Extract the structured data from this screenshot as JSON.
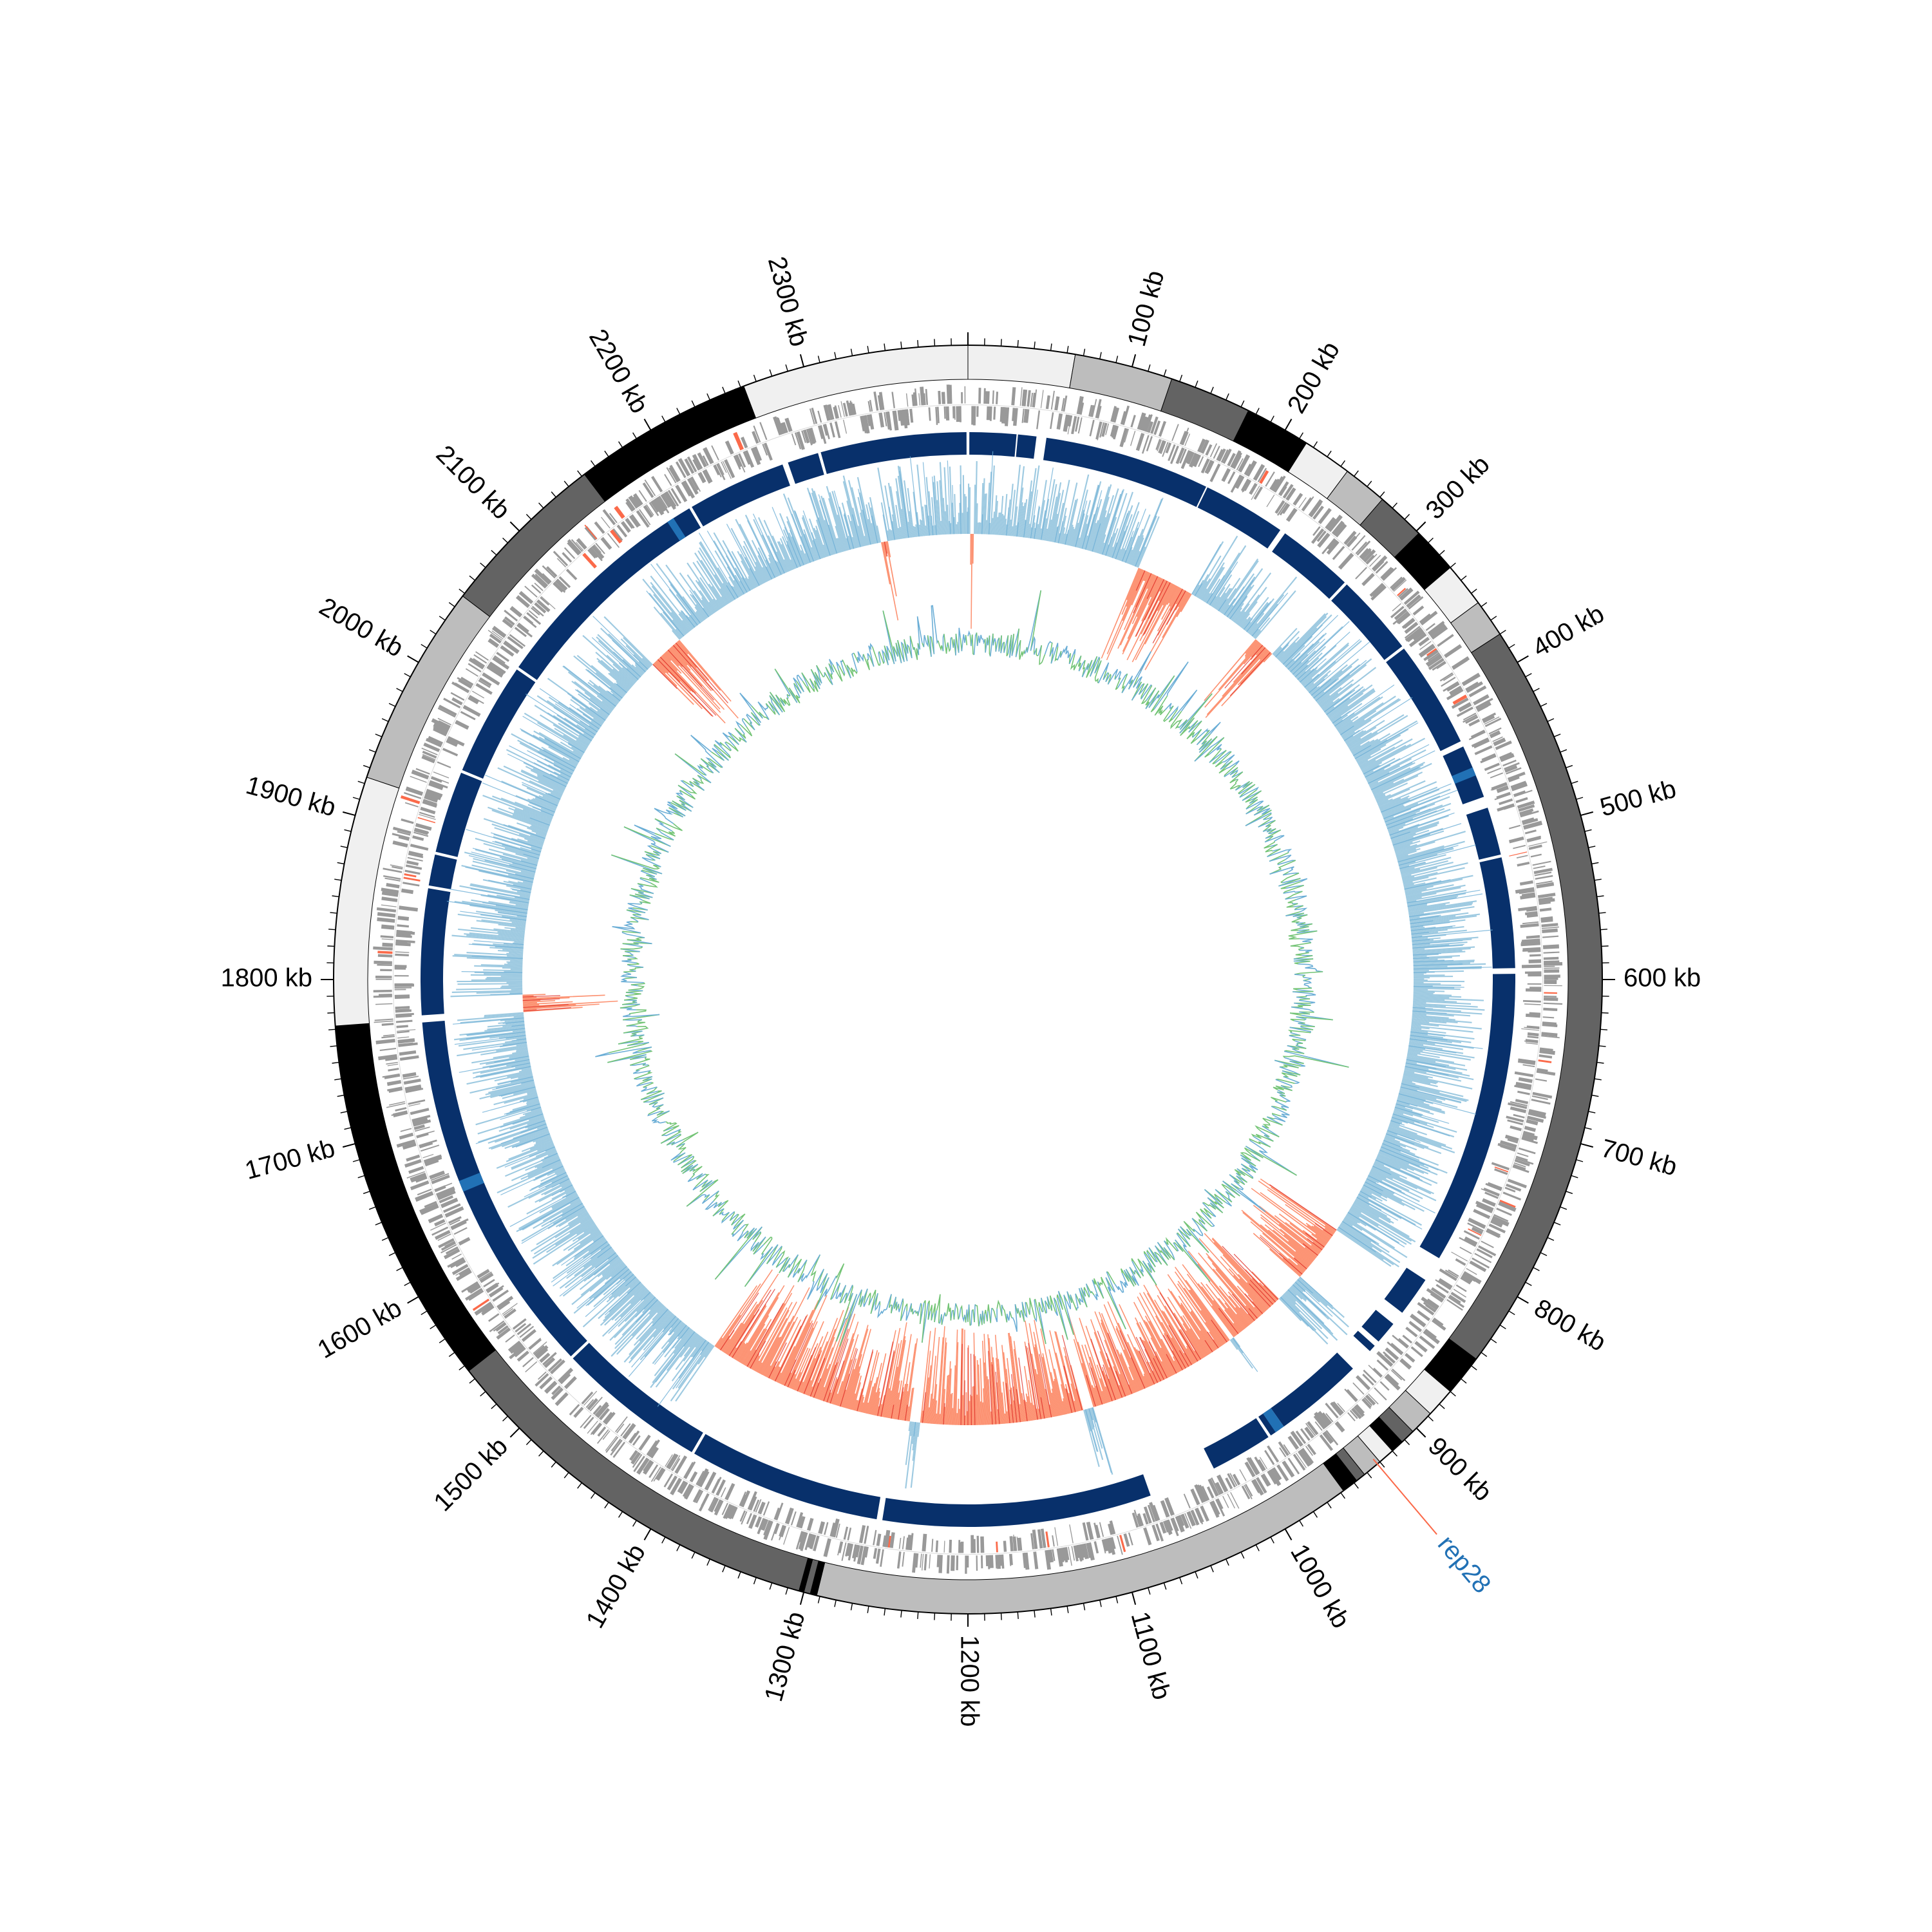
{
  "chart_data": {
    "type": "circular-genome-map",
    "genome_length_kb": 2400,
    "axis": {
      "unit_suffix": " kb",
      "major_ticks_kb": [
        100,
        200,
        300,
        400,
        500,
        600,
        700,
        800,
        900,
        1000,
        1100,
        1200,
        1300,
        1400,
        1500,
        1600,
        1700,
        1800,
        1900,
        2000,
        2100,
        2200,
        2300
      ],
      "tick_labels": [
        "100 kb",
        "200 kb",
        "300 kb",
        "400 kb",
        "500 kb",
        "600 kb",
        "700 kb",
        "800 kb",
        "900 kb",
        "1000 kb",
        "1100 kb",
        "1200 kb",
        "1300 kb",
        "1400 kb",
        "1500 kb",
        "1600 kb",
        "1700 kb",
        "1800 kb",
        "1900 kb",
        "2000 kb",
        "2100 kb",
        "2200 kb",
        "2300 kb"
      ],
      "minor_tick_step_kb": 10
    },
    "contigs": [
      {
        "start": 0,
        "end": 65,
        "color": "#f0f0f0"
      },
      {
        "start": 65,
        "end": 125,
        "color": "#bdbdbd"
      },
      {
        "start": 125,
        "end": 175,
        "color": "#636363"
      },
      {
        "start": 175,
        "end": 215,
        "color": "#000000"
      },
      {
        "start": 215,
        "end": 245,
        "color": "#f0f0f0"
      },
      {
        "start": 245,
        "end": 272,
        "color": "#bdbdbd"
      },
      {
        "start": 272,
        "end": 302,
        "color": "#636363"
      },
      {
        "start": 302,
        "end": 330,
        "color": "#000000"
      },
      {
        "start": 330,
        "end": 357,
        "color": "#f0f0f0"
      },
      {
        "start": 357,
        "end": 380,
        "color": "#bdbdbd"
      },
      {
        "start": 380,
        "end": 845,
        "color": "#636363"
      },
      {
        "start": 845,
        "end": 870,
        "color": "#000000"
      },
      {
        "start": 870,
        "end": 888,
        "color": "#f0f0f0"
      },
      {
        "start": 888,
        "end": 903,
        "color": "#bdbdbd"
      },
      {
        "start": 903,
        "end": 912,
        "color": "#636363"
      },
      {
        "start": 912,
        "end": 920,
        "color": "#000000"
      },
      {
        "start": 920,
        "end": 930,
        "color": "#f0f0f0"
      },
      {
        "start": 930,
        "end": 942,
        "color": "#bdbdbd"
      },
      {
        "start": 942,
        "end": 948,
        "color": "#636363"
      },
      {
        "start": 948,
        "end": 958,
        "color": "#000000"
      },
      {
        "start": 958,
        "end": 1292,
        "color": "#bdbdbd"
      },
      {
        "start": 1292,
        "end": 1296,
        "color": "#000000"
      },
      {
        "start": 1296,
        "end": 1300,
        "color": "#636363"
      },
      {
        "start": 1300,
        "end": 1303,
        "color": "#000000"
      },
      {
        "start": 1303,
        "end": 1546,
        "color": "#636363"
      },
      {
        "start": 1546,
        "end": 1772,
        "color": "#000000"
      },
      {
        "start": 1772,
        "end": 1924,
        "color": "#f0f0f0"
      },
      {
        "start": 1924,
        "end": 2048,
        "color": "#bdbdbd"
      },
      {
        "start": 2048,
        "end": 2152,
        "color": "#636363"
      },
      {
        "start": 2152,
        "end": 2262,
        "color": "#000000"
      },
      {
        "start": 2262,
        "end": 2400,
        "color": "#f0f0f0"
      }
    ],
    "alignment_blocks": [
      {
        "start": 1,
        "end": 34,
        "color": "#08306b"
      },
      {
        "start": 35,
        "end": 48,
        "color": "#08306b"
      },
      {
        "start": 55,
        "end": 172,
        "color": "#08306b"
      },
      {
        "start": 173,
        "end": 232,
        "color": "#08306b"
      },
      {
        "start": 236,
        "end": 290,
        "color": "#08306b"
      },
      {
        "start": 292,
        "end": 350,
        "color": "#08306b"
      },
      {
        "start": 352,
        "end": 428,
        "color": "#08306b"
      },
      {
        "start": 432,
        "end": 470,
        "color": "#08306b"
      },
      {
        "start": 478,
        "end": 512,
        "color": "#08306b"
      },
      {
        "start": 514,
        "end": 592,
        "color": "#08306b"
      },
      {
        "start": 596,
        "end": 804,
        "color": "#08306b"
      },
      {
        "start": 822,
        "end": 850,
        "color": "#08306b"
      },
      {
        "start": 860,
        "end": 876,
        "color": "#08306b"
      },
      {
        "start": 880,
        "end": 885,
        "color": "#08306b"
      },
      {
        "start": 902,
        "end": 965,
        "color": "#08306b"
      },
      {
        "start": 968,
        "end": 976,
        "color": "#08306b"
      },
      {
        "start": 978,
        "end": 1022,
        "color": "#08306b"
      },
      {
        "start": 1070,
        "end": 1260,
        "color": "#08306b"
      },
      {
        "start": 1264,
        "end": 1400,
        "color": "#08306b"
      },
      {
        "start": 1402,
        "end": 1508,
        "color": "#08306b"
      },
      {
        "start": 1510,
        "end": 1770,
        "color": "#08306b"
      },
      {
        "start": 1775,
        "end": 1864,
        "color": "#08306b"
      },
      {
        "start": 1866,
        "end": 1888,
        "color": "#08306b"
      },
      {
        "start": 1890,
        "end": 1948,
        "color": "#08306b"
      },
      {
        "start": 1950,
        "end": 2030,
        "color": "#08306b"
      },
      {
        "start": 2032,
        "end": 2196,
        "color": "#08306b"
      },
      {
        "start": 2198,
        "end": 2268,
        "color": "#08306b"
      },
      {
        "start": 2272,
        "end": 2294,
        "color": "#08306b"
      },
      {
        "start": 2296,
        "end": 2399,
        "color": "#08306b"
      }
    ],
    "gc_skew_negative_regions": [
      {
        "start": 2,
        "end": 4
      },
      {
        "start": 150,
        "end": 200
      },
      {
        "start": 268,
        "end": 286
      },
      {
        "start": 828,
        "end": 878
      },
      {
        "start": 905,
        "end": 955
      },
      {
        "start": 960,
        "end": 1090
      },
      {
        "start": 1100,
        "end": 1240
      },
      {
        "start": 1250,
        "end": 1430
      },
      {
        "start": 1772,
        "end": 1786
      },
      {
        "start": 2100,
        "end": 2130
      },
      {
        "start": 2325,
        "end": 2330
      }
    ],
    "colors": {
      "axis": "#000000",
      "gene_features": "#999999",
      "feature_highlight": "#fb6a4a",
      "alignment": "#08306b",
      "alignment_highlight": "#2171b5",
      "gc_content": "#6baed6",
      "gc_skew_positive": "#9ecae1",
      "gc_skew_negative": "#fc9272",
      "gc_skew_negative_line": "#de2d26",
      "inner_green": "#74c476",
      "annotation_text": "#2171b5",
      "annotation_line": "#fb6a4a"
    },
    "annotations": [
      {
        "label": "rep28",
        "position_kb": 932
      }
    ]
  }
}
